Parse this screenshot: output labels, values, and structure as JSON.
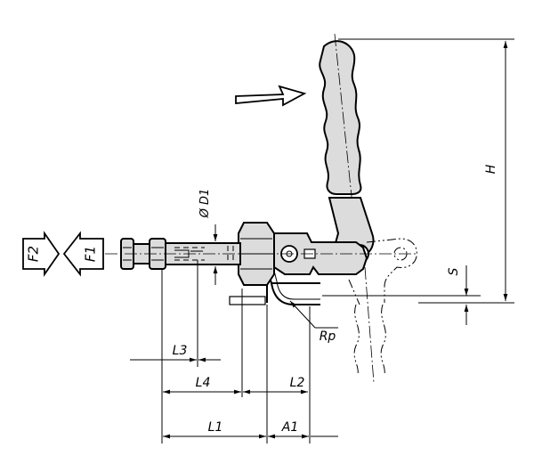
{
  "labels": {
    "H": "H",
    "S": "S",
    "D1": "Ø D1",
    "Rp": "Rp",
    "L1": "L1",
    "L2": "L2",
    "L3": "L3",
    "L4": "L4",
    "A1": "A1",
    "F1": "F1",
    "F2": "F2"
  }
}
